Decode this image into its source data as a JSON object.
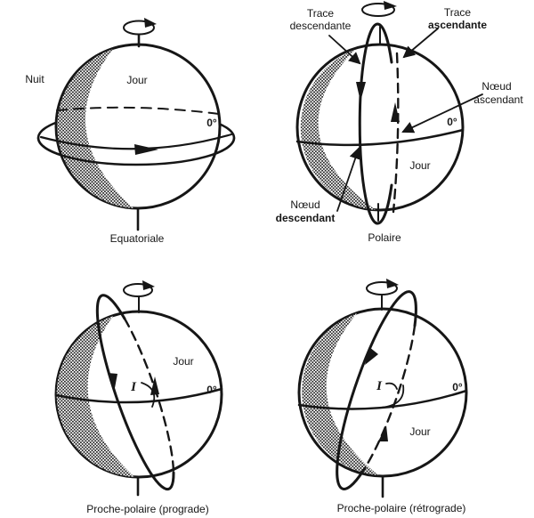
{
  "figure": {
    "background": "#ffffff",
    "ink_color": "#161616",
    "panels": {
      "equatorial": {
        "caption": "Equatoriale",
        "night_label": "Nuit",
        "day_label": "Jour",
        "equator_label": "0°"
      },
      "polar": {
        "caption": "Polaire",
        "day_label": "Jour",
        "equator_label": "0°",
        "trace_descending": {
          "line1": "Trace",
          "line2": "descendante"
        },
        "trace_ascending": {
          "line1": "Trace",
          "line2": "ascendante"
        },
        "node_ascending": {
          "line1": "Nœud",
          "line2": "ascendant"
        },
        "node_descending": {
          "line1": "Nœud",
          "line2": "descendant"
        }
      },
      "near_polar_prograde": {
        "caption": "Proche-polaire (prograde)",
        "day_label": "Jour",
        "equator_label": "0°",
        "inclination_label": "I"
      },
      "near_polar_retrograde": {
        "caption": "Proche-polaire (rétrograde)",
        "day_label": "Jour",
        "equator_label": "0°",
        "inclination_label": "I"
      }
    }
  }
}
